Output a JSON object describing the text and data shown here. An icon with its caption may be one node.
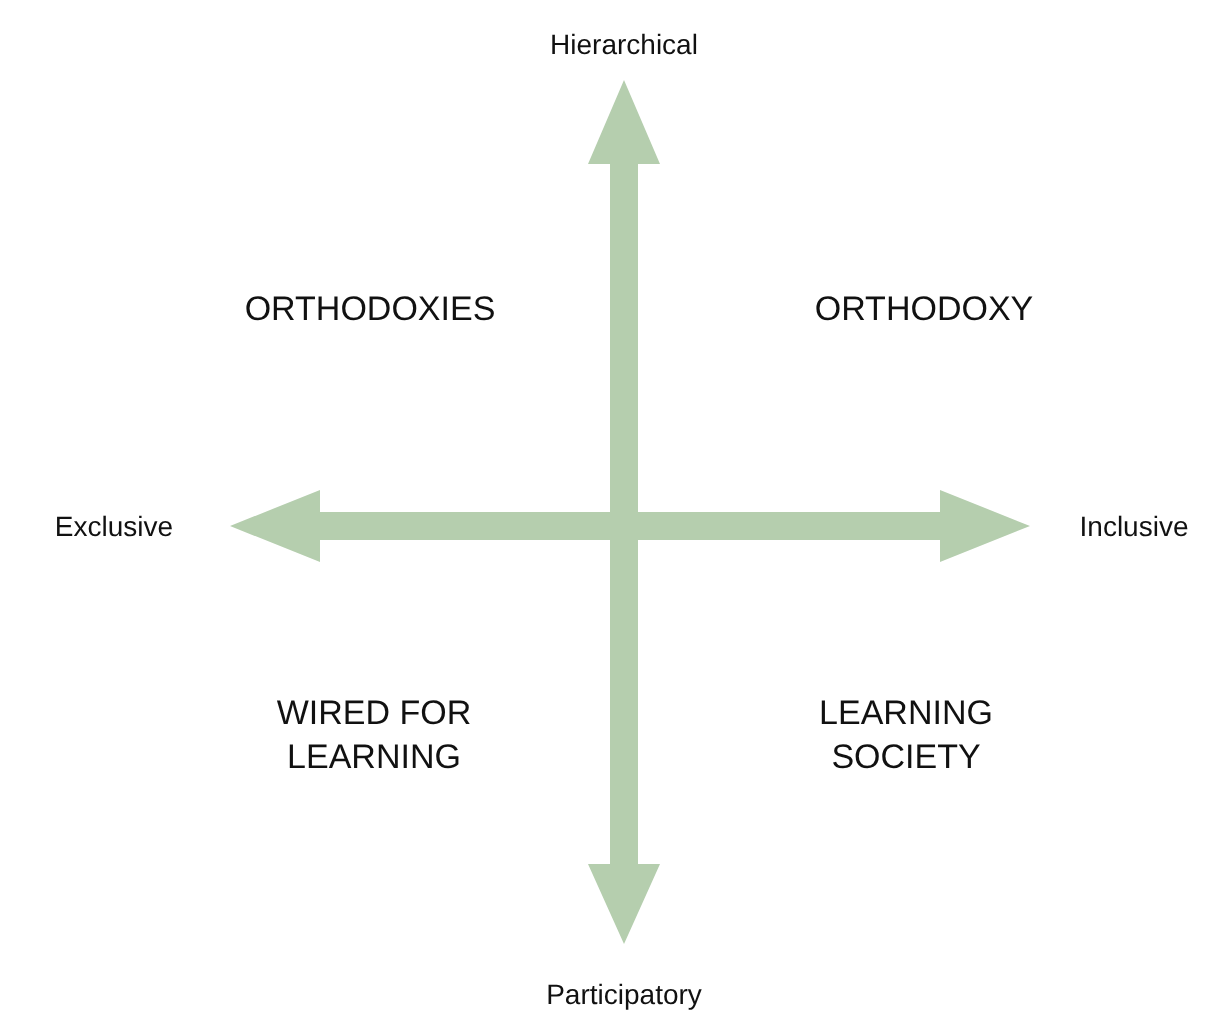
{
  "diagram": {
    "labels": [
      "Hierarchical",
      "ORTHODOXIES",
      "ORTHODOXY",
      "Exclusive",
      "Inclusive",
      "WIRED FOR LEARNING",
      "LEARNING SOCIETY",
      "Participatory"
    ]
  }
}
